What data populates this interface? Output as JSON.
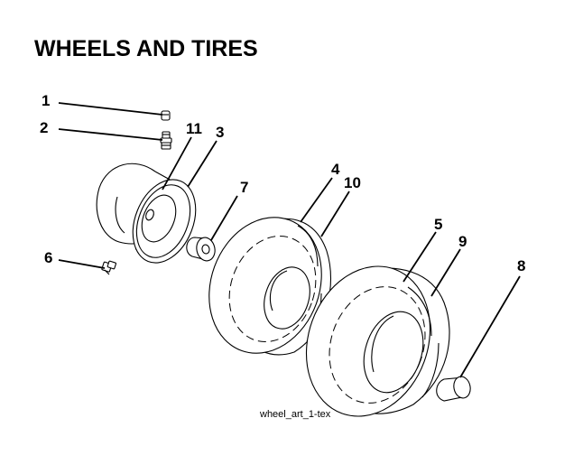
{
  "title": "WHEELS AND TIRES",
  "caption": "wheel_art_1-tex",
  "callouts": {
    "c1": "1",
    "c2": "2",
    "c3": "3",
    "c4": "4",
    "c5": "5",
    "c6": "6",
    "c7": "7",
    "c8": "8",
    "c9": "9",
    "c10": "10",
    "c11": "11"
  }
}
